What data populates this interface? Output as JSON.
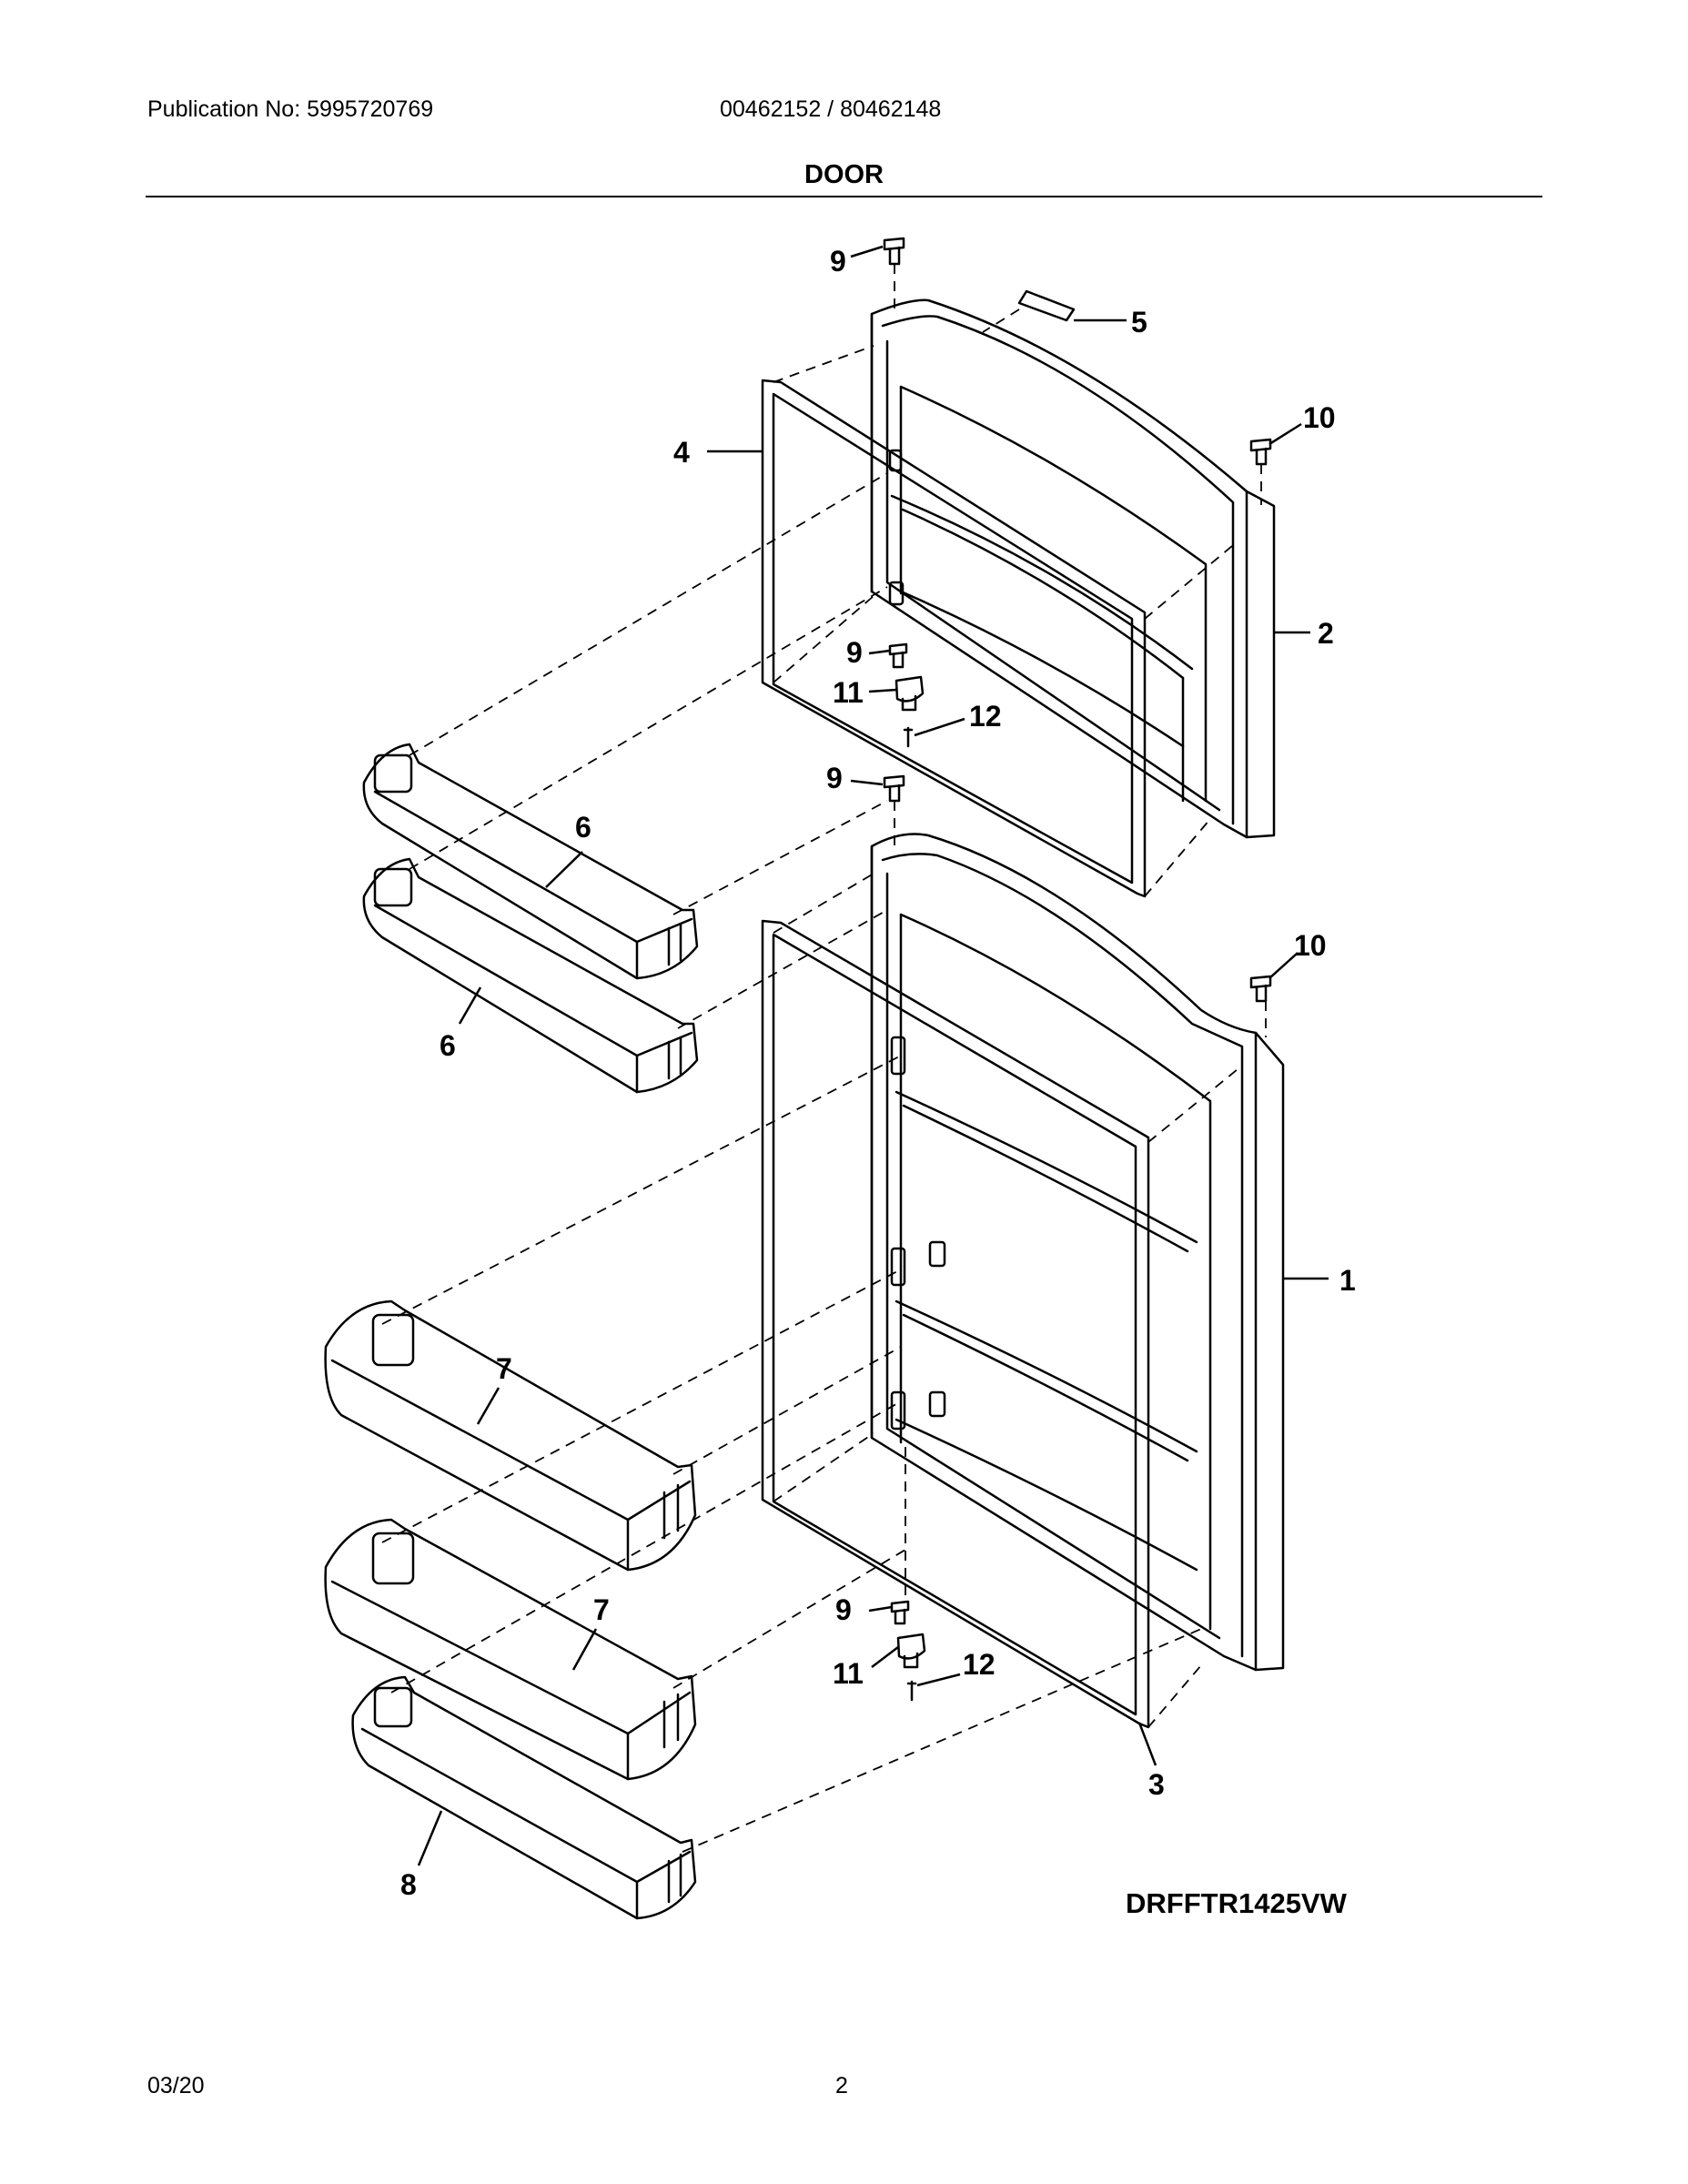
{
  "header": {
    "publication": "Publication No: 5995720769",
    "models": "00462152 / 80462148",
    "title": "DOOR"
  },
  "diagram": {
    "callouts": [
      {
        "id": "c9a",
        "label": "9"
      },
      {
        "id": "c5",
        "label": "5"
      },
      {
        "id": "c10a",
        "label": "10"
      },
      {
        "id": "c4",
        "label": "4"
      },
      {
        "id": "c2",
        "label": "2"
      },
      {
        "id": "c9b",
        "label": "9"
      },
      {
        "id": "c11a",
        "label": "11"
      },
      {
        "id": "c12a",
        "label": "12"
      },
      {
        "id": "c9c",
        "label": "9"
      },
      {
        "id": "c6a",
        "label": "6"
      },
      {
        "id": "c6b",
        "label": "6"
      },
      {
        "id": "c10b",
        "label": "10"
      },
      {
        "id": "c1",
        "label": "1"
      },
      {
        "id": "c7a",
        "label": "7"
      },
      {
        "id": "c7b",
        "label": "7"
      },
      {
        "id": "c9d",
        "label": "9"
      },
      {
        "id": "c11b",
        "label": "11"
      },
      {
        "id": "c12b",
        "label": "12"
      },
      {
        "id": "c3",
        "label": "3"
      },
      {
        "id": "c8",
        "label": "8"
      }
    ]
  },
  "model_code": "DRFFTR1425VW",
  "footer": {
    "date": "03/20",
    "page": "2"
  }
}
